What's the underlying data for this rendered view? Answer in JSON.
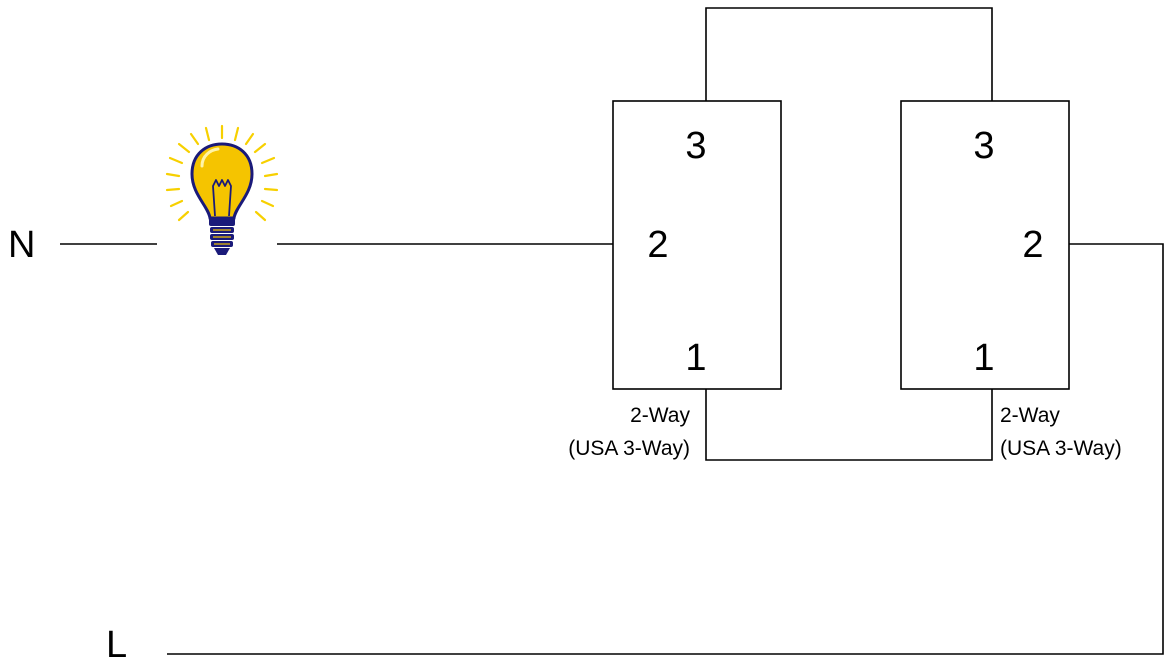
{
  "diagram": {
    "neutral_label": "N",
    "live_label": "L",
    "switch_left": {
      "terminal_top": "3",
      "terminal_middle": "2",
      "terminal_bottom": "1",
      "caption_line1": "2-Way",
      "caption_line2": "(USA 3-Way)"
    },
    "switch_right": {
      "terminal_top": "3",
      "terminal_middle": "2",
      "terminal_bottom": "1",
      "caption_line1": "2-Way",
      "caption_line2": "(USA 3-Way)"
    },
    "colors": {
      "wire": "#000000",
      "bulb_glass": "#f5c400",
      "bulb_outline": "#1a1a7a",
      "bulb_rays": "#f7d000"
    },
    "icons": [
      "light-bulb-icon"
    ]
  }
}
